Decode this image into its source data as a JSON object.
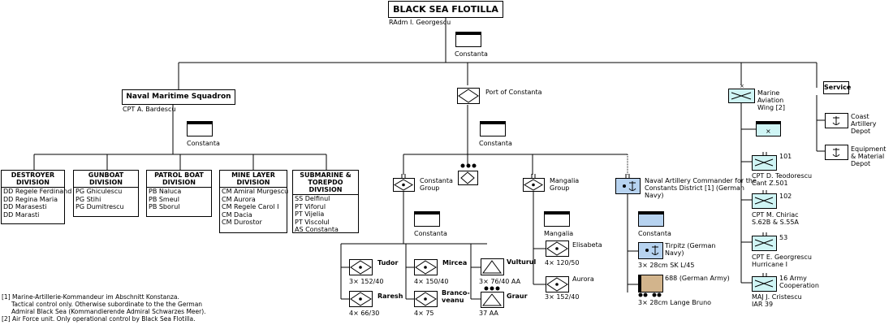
{
  "flotilla": {
    "title": "BLACK SEA FLOTILLA",
    "commander": "RAdm I. Georgescu",
    "hq": "Constanta"
  },
  "squadron": {
    "title": "Naval Maritime Squadron",
    "commander": "CPT A. Bardescu",
    "hq": "Constanta"
  },
  "divisions": [
    {
      "title": "DESTROYER DIVISION",
      "lines": [
        "DD Regele Ferdinand",
        "DD Regina Maria",
        "DD Marasesti",
        "DD Marasti"
      ]
    },
    {
      "title": "GUNBOAT DIVISION",
      "lines": [
        "PG Ghiculescu",
        "PG Stihi",
        "PG Dumitrescu"
      ]
    },
    {
      "title": "PATROL BOAT DIVISION",
      "lines": [
        "PB Naluca",
        "PB Smeul",
        "PB Sborul"
      ]
    },
    {
      "title": "MINE LAYER DIVISION",
      "lines": [
        "CM Amiral Murgescu",
        "CM Aurora",
        "CM Regele Carol I",
        "CM Dacia",
        "CM Durostor"
      ]
    },
    {
      "title": "SUBMARINE & TOREPDO DIVISION",
      "lines": [
        "SS Delfinul",
        "PT Viforul",
        "PT Vijelia",
        "PT Viscolul",
        "AS Constanta"
      ]
    }
  ],
  "port": {
    "label": "Port of Constanta",
    "hq": "Constanta"
  },
  "constanta_group": {
    "label": "Constanta Group",
    "hq": "Constanta",
    "units": [
      {
        "name": "Tudor",
        "arm": "3× 152/40"
      },
      {
        "name": "Raresh",
        "arm": "4× 66/30"
      },
      {
        "name": "Mircea",
        "arm": "4× 150/40"
      },
      {
        "name": "Branco-veanu",
        "arm": "4× 75"
      },
      {
        "name": "Vulturul",
        "arm": "3× 76/40 AA"
      },
      {
        "name": "Graur",
        "arm": "37 AA"
      }
    ]
  },
  "mangalia_group": {
    "label": "Mangalia Group",
    "hq": "Mangalia",
    "units": [
      {
        "name": "Elisabeta",
        "arm": "4× 120/50"
      },
      {
        "name": "Aurora",
        "arm": "3× 152/40"
      }
    ]
  },
  "naval_artillery": {
    "label": "Naval Artillery Commander for the Constants District [1] (German Navy)",
    "hq": "Constanta",
    "units": [
      {
        "name": "Tirpitz (German Navy)",
        "arm": "3× 28cm SK L/45"
      },
      {
        "name": "688 (German Army)",
        "arm": "3× 28cm Lange Bruno"
      }
    ]
  },
  "aviation": {
    "label": "Marine Aviation Wing [2]",
    "squadrons": [
      {
        "num": "101",
        "cmd": "CPT D. Teodorescu",
        "ac": "Cant Z.501"
      },
      {
        "num": "102",
        "cmd": "CPT M. Chiriac",
        "ac": "S.62B & S.55A"
      },
      {
        "num": "53",
        "cmd": "CPT E. Georgrescu",
        "ac": "Hurricane I"
      },
      {
        "num": "16 Army Cooperation",
        "cmd": "MAJ J. Cristescu",
        "ac": "IAR 39"
      }
    ]
  },
  "service": {
    "label": "Service",
    "items": [
      "Coast Artillery Depot",
      "Equipment & Material Depot"
    ]
  },
  "footnotes": [
    "[1] Marine-Artillerie-Kommandeur im Abschnitt Konstanza.",
    "Tactical control only. Otherwise subordinate to the the German",
    "Admiral Black Sea (Kommandierende Admiral Schwarzes Meer).",
    "[2] Air Force unit. Only operational control by Black Sea Flotilla."
  ]
}
